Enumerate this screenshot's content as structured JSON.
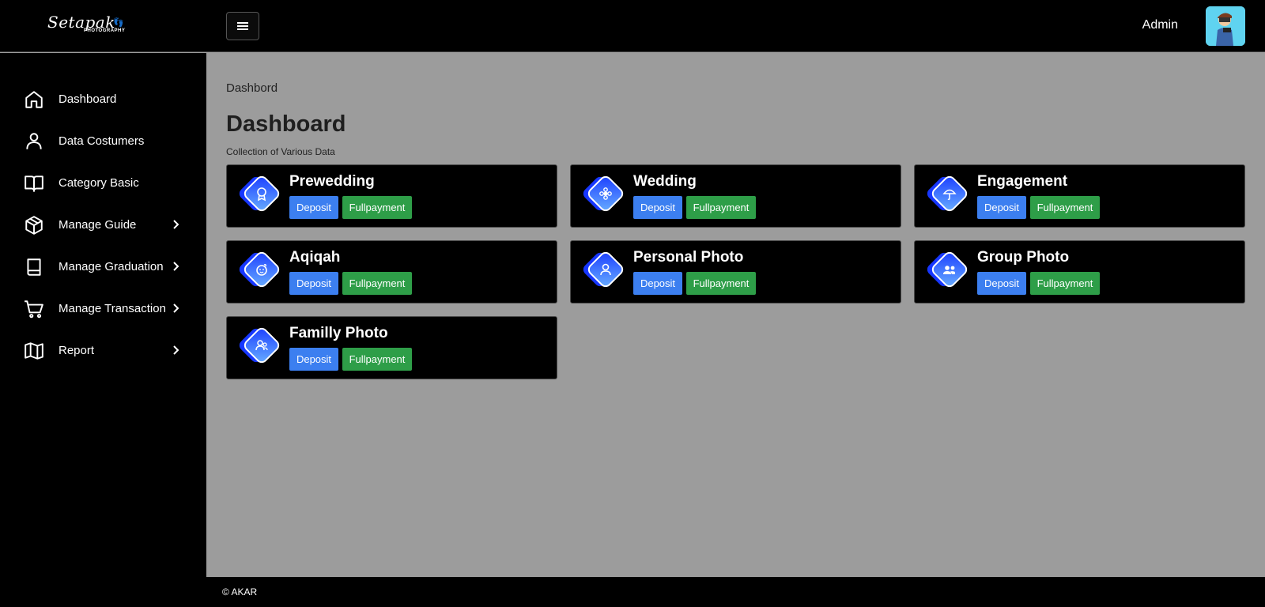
{
  "header": {
    "logo_text": "Setapak",
    "logo_sub": "PHOTOGRAPHY",
    "user_label": "Admin"
  },
  "sidebar": {
    "items": [
      {
        "label": "Dashboard",
        "icon": "home-icon",
        "has_submenu": false
      },
      {
        "label": "Data Costumers",
        "icon": "user-icon",
        "has_submenu": false
      },
      {
        "label": "Category Basic",
        "icon": "open-book-icon",
        "has_submenu": false
      },
      {
        "label": "Manage Guide",
        "icon": "box-icon",
        "has_submenu": true
      },
      {
        "label": "Manage Graduation",
        "icon": "book-icon",
        "has_submenu": true
      },
      {
        "label": "Manage Transaction",
        "icon": "cart-icon",
        "has_submenu": true
      },
      {
        "label": "Report",
        "icon": "map-icon",
        "has_submenu": true
      }
    ]
  },
  "main": {
    "breadcrumb": "Dashbord",
    "title": "Dashboard",
    "subtitle": "Collection of Various Data",
    "cards": [
      {
        "title": "Prewedding",
        "icon": "award-icon",
        "deposit_label": "Deposit",
        "full_label": "Fullpayment"
      },
      {
        "title": "Wedding",
        "icon": "flower-icon",
        "deposit_label": "Deposit",
        "full_label": "Fullpayment"
      },
      {
        "title": "Engagement",
        "icon": "umbrella-icon",
        "deposit_label": "Deposit",
        "full_label": "Fullpayment"
      },
      {
        "title": "Aqiqah",
        "icon": "baby-icon",
        "deposit_label": "Deposit",
        "full_label": "Fullpayment"
      },
      {
        "title": "Personal Photo",
        "icon": "person-icon",
        "deposit_label": "Deposit",
        "full_label": "Fullpayment"
      },
      {
        "title": "Group Photo",
        "icon": "group-icon",
        "deposit_label": "Deposit",
        "full_label": "Fullpayment"
      },
      {
        "title": "Familly Photo",
        "icon": "family-icon",
        "deposit_label": "Deposit",
        "full_label": "Fullpayment"
      }
    ]
  },
  "footer": {
    "text": "© AKAR"
  },
  "colors": {
    "deposit": "#3c7ff0",
    "fullpayment": "#2e9e48",
    "badge_start": "#1a3cff",
    "badge_end": "#6ab0ff",
    "content_bg": "#9c9c9c"
  }
}
